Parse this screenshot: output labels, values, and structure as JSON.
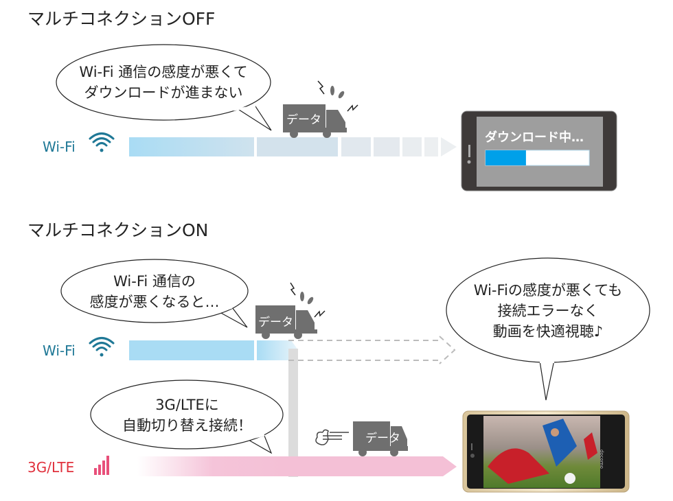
{
  "off": {
    "title": "マルチコネクションOFF",
    "bubble_line1": "Wi-Fi 通信の感度が悪くて",
    "bubble_line2": "ダウンロードが進まない",
    "wifi_label": "Wi-Fi",
    "truck_label": "データ",
    "phone_status": "ダウンロード中…",
    "download_progress": 0.39
  },
  "on": {
    "title": "マルチコネクションON",
    "wifi_bubble_line1": "Wi-Fi 通信の",
    "wifi_bubble_line2": "感度が悪くなると…",
    "wifi_label": "Wi-Fi",
    "wifi_truck_label": "データ",
    "result_bubble_line1": "Wi-Fiの感度が悪くても",
    "result_bubble_line2": "接続エラーなく",
    "result_bubble_line3": "動画を快適視聴♪",
    "lte_bubble_line1": "3G/LTEに",
    "lte_bubble_line2": "自動切り替え接続！",
    "lte_truck_label": "データ",
    "lte_label": "3G/LTE",
    "phone_brand": "docomo"
  },
  "colors": {
    "wifi": "#1f7896",
    "lte": "#e0303c",
    "wifi_bar": "#a9dcf4",
    "lte_bar": "#f5c4d9",
    "progress": "#00a0e9"
  }
}
